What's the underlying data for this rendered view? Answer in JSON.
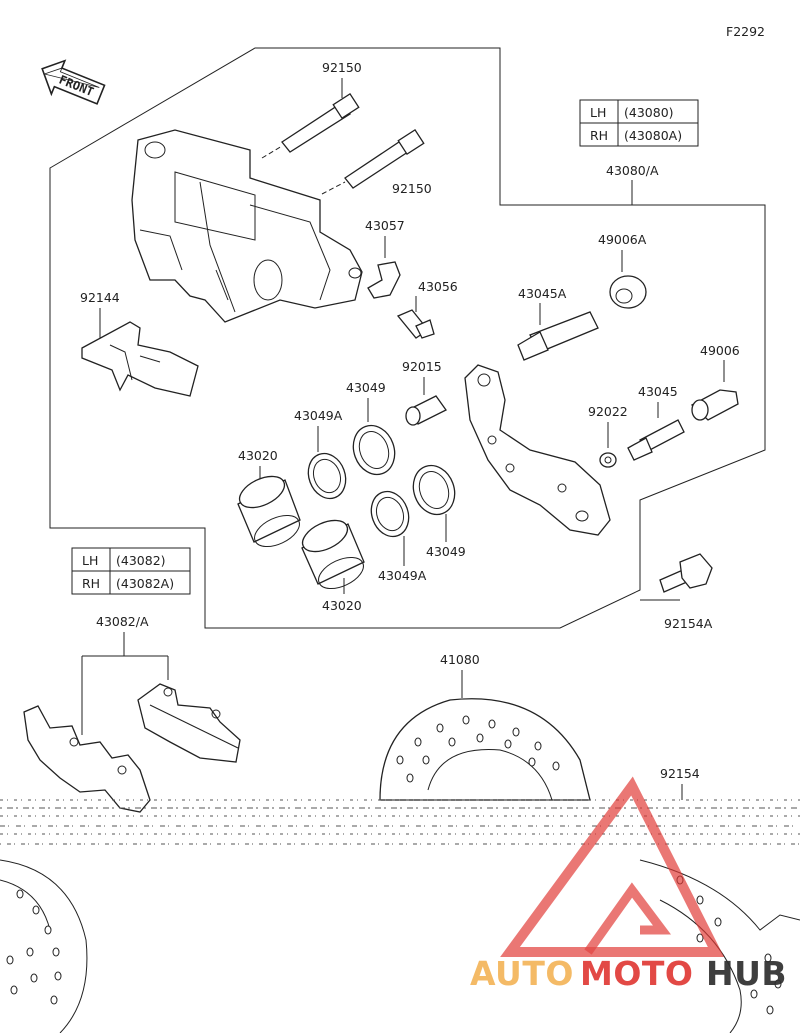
{
  "figure_code": "F2292",
  "front_marker": "FRONT",
  "parts": {
    "p92150_top": "92150",
    "p92150_mid": "92150",
    "p43057": "43057",
    "p43056": "43056",
    "p92144": "92144",
    "p43045A": "43045A",
    "p49006A": "49006A",
    "p43080": "43080/A",
    "p92015": "92015",
    "p43049_a": "43049",
    "p43049A_a": "43049A",
    "p43020_a": "43020",
    "p49006": "49006",
    "p43045": "43045",
    "p92022": "92022",
    "p43049_b": "43049",
    "p43049A_b": "43049A",
    "p43020_b": "43020",
    "p92154A": "92154A",
    "p43082": "43082/A",
    "p41080": "41080",
    "p92154": "92154"
  },
  "table_caliper": {
    "row1_side": "LH",
    "row1_part": "(43080)",
    "row2_side": "RH",
    "row2_part": "(43080A)"
  },
  "table_pads": {
    "row1_side": "LH",
    "row1_part": "(43082)",
    "row2_side": "RH",
    "row2_part": "(43082A)"
  },
  "watermark": {
    "part1": "AUTO",
    "part2": "MOTO",
    "part3": "HUB",
    "color_light": "#f4b55a",
    "color_red": "#e03a36",
    "color_dark": "#2e2e2e"
  }
}
